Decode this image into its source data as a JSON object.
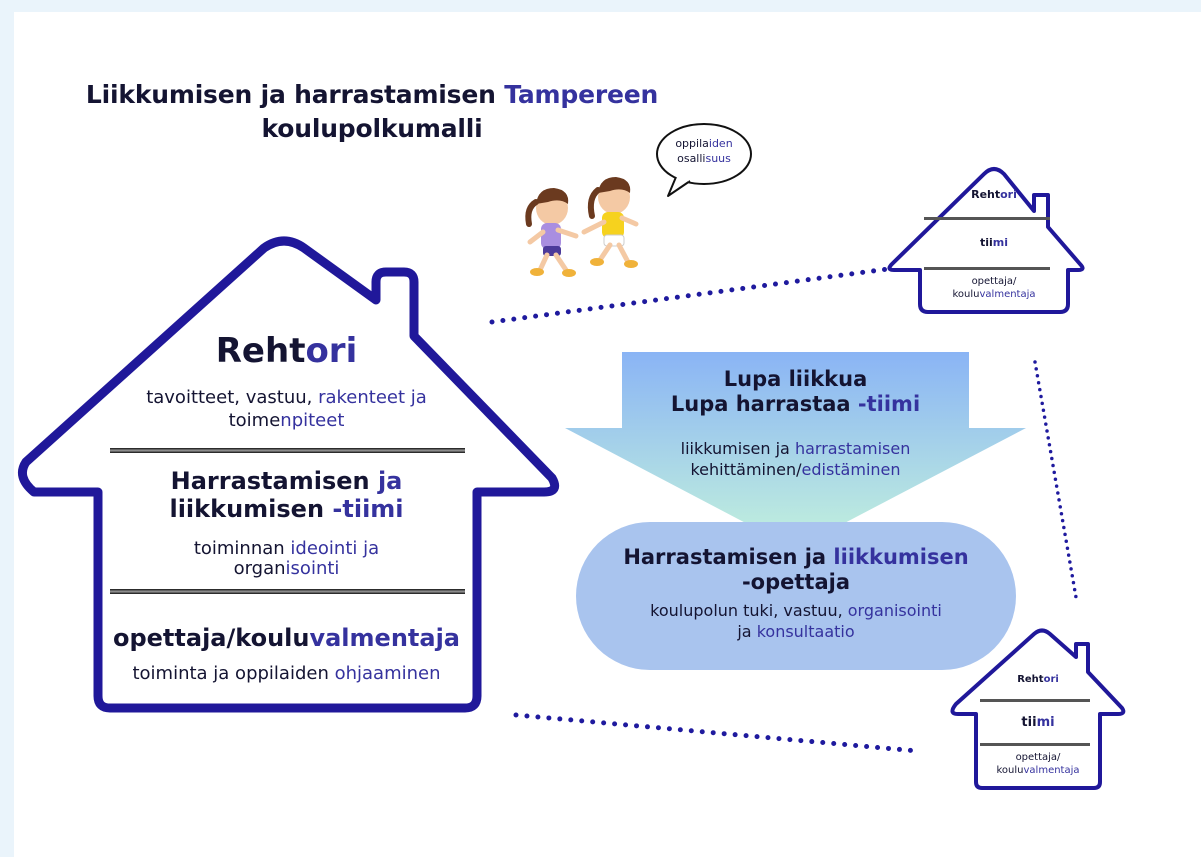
{
  "title": {
    "line1_dark": "Liikkumisen ja harrastamisen",
    "line1_blue": "Tampereen",
    "line2": "koulupolkumalli"
  },
  "speech": {
    "line1_a": "oppila",
    "line1_b": "iden",
    "line2_a": "osalli",
    "line2_b": "suus"
  },
  "big_house": {
    "rehtori_a": "Reht",
    "rehtori_b": "ori",
    "rehtori_desc_l1_a": "tavoitteet, vastuu, ",
    "rehtori_desc_l1_b": "rakenteet ja",
    "rehtori_desc_l2_a": "toime",
    "rehtori_desc_l2_b": "npiteet",
    "team_l1_a": "Harrastamisen ",
    "team_l1_b": "ja",
    "team_l2_a": "liikkumisen ",
    "team_l2_b": "-tiimi",
    "team_desc_l1_a": "toiminnan ",
    "team_desc_l1_b": "ideointi ja",
    "team_desc_l2_a": "organ",
    "team_desc_l2_b": "isointi",
    "teacher_a": "opettaja/koulu",
    "teacher_b": "valmentaja",
    "teacher_desc_a": "toiminta ja oppilaiden ",
    "teacher_desc_b": "ohjaaminen"
  },
  "arrow": {
    "l1": "Lupa liikkua",
    "l2_a": "Lupa harrastaa ",
    "l2_b": "-tiimi",
    "d1_a": "liikkumisen ja ",
    "d1_b": "harrastamisen",
    "d2_a": "kehittäminen/",
    "d2_b": "edistäminen"
  },
  "oval": {
    "l1_a": "Harrastamisen ja ",
    "l1_b": "liikkumisen",
    "l2": "-opettaja",
    "d1_a": "koulupolun tuki, vastuu, ",
    "d1_b": "organisointi",
    "d2_a": "ja ",
    "d2_b": "konsultaatio"
  },
  "small_house_top": {
    "rehtori_a": "Reht",
    "rehtori_b": "ori",
    "tiimi_a": "tii",
    "tiimi_b": "mi",
    "t1": "opettaja/",
    "t2_a": "koulu",
    "t2_b": "valmentaja"
  },
  "small_house_bottom": {
    "rehtori_a": "Reht",
    "rehtori_b": "ori",
    "tiimi_a": "tii",
    "tiimi_b": "mi",
    "t1": "opettaja/",
    "t2_a": "koulu",
    "t2_b": "valmentaja"
  },
  "colors": {
    "house_stroke": "#20189a",
    "dark_text": "#141432",
    "accent_blue": "#35329e",
    "arrow_top": "#8ab4f5",
    "arrow_bottom": "#c3f2dc",
    "oval_fill": "#a9c4ee",
    "dots": "#1f1a9e"
  }
}
